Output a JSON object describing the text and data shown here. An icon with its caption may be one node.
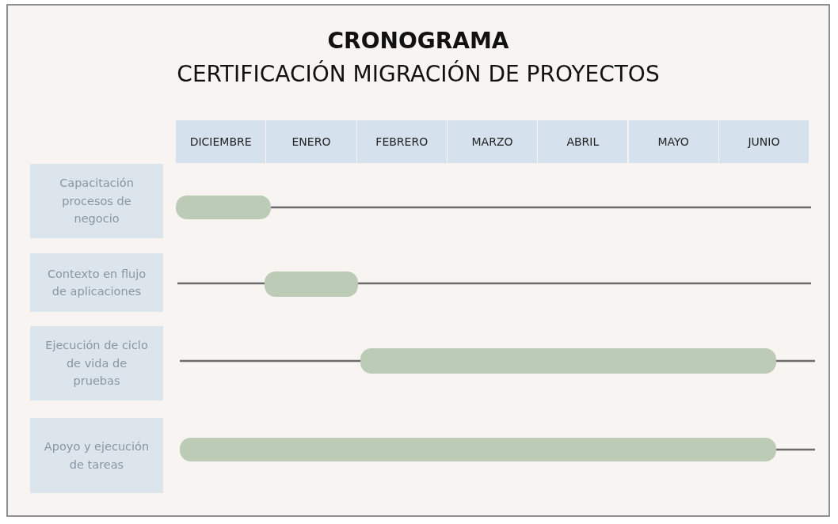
{
  "diagram": {
    "title": "CRONOGRAMA",
    "nodes": [
      {
        "text": [
          "DICIEMBRE"
        ]
      },
      {
        "text": [
          "ENERO"
        ]
      },
      {
        "text": [
          "FEBRERO"
        ]
      },
      {
        "text": [
          "MARZO"
        ]
      },
      {
        "text": [
          "ABRIL"
        ]
      },
      {
        "text": [
          "MAYO"
        ]
      },
      {
        "text": [
          "JUNIO"
        ]
      },
      {
        "text": [
          "Capacitación procesos de negocio"
        ]
      },
      {
        "text": [],
        "shape": "bar"
      },
      {
        "text": [
          "Contexto en flujo de aplicaciones"
        ]
      },
      {
        "text": [],
        "shape": "bar"
      },
      {
        "text": [
          "Ejecución de ciclo de vida de pruebas"
        ]
      },
      {
        "text": [],
        "shape": "bar"
      },
      {
        "text": [
          "Apoyo y ejecución de tareas"
        ]
      },
      {
        "text": [],
        "shape": "bar"
      }
    ],
    "labels": [
      "CERTIFICACIÓN MIGRACIÓN DE PROYECTOS"
    ]
  }
}
